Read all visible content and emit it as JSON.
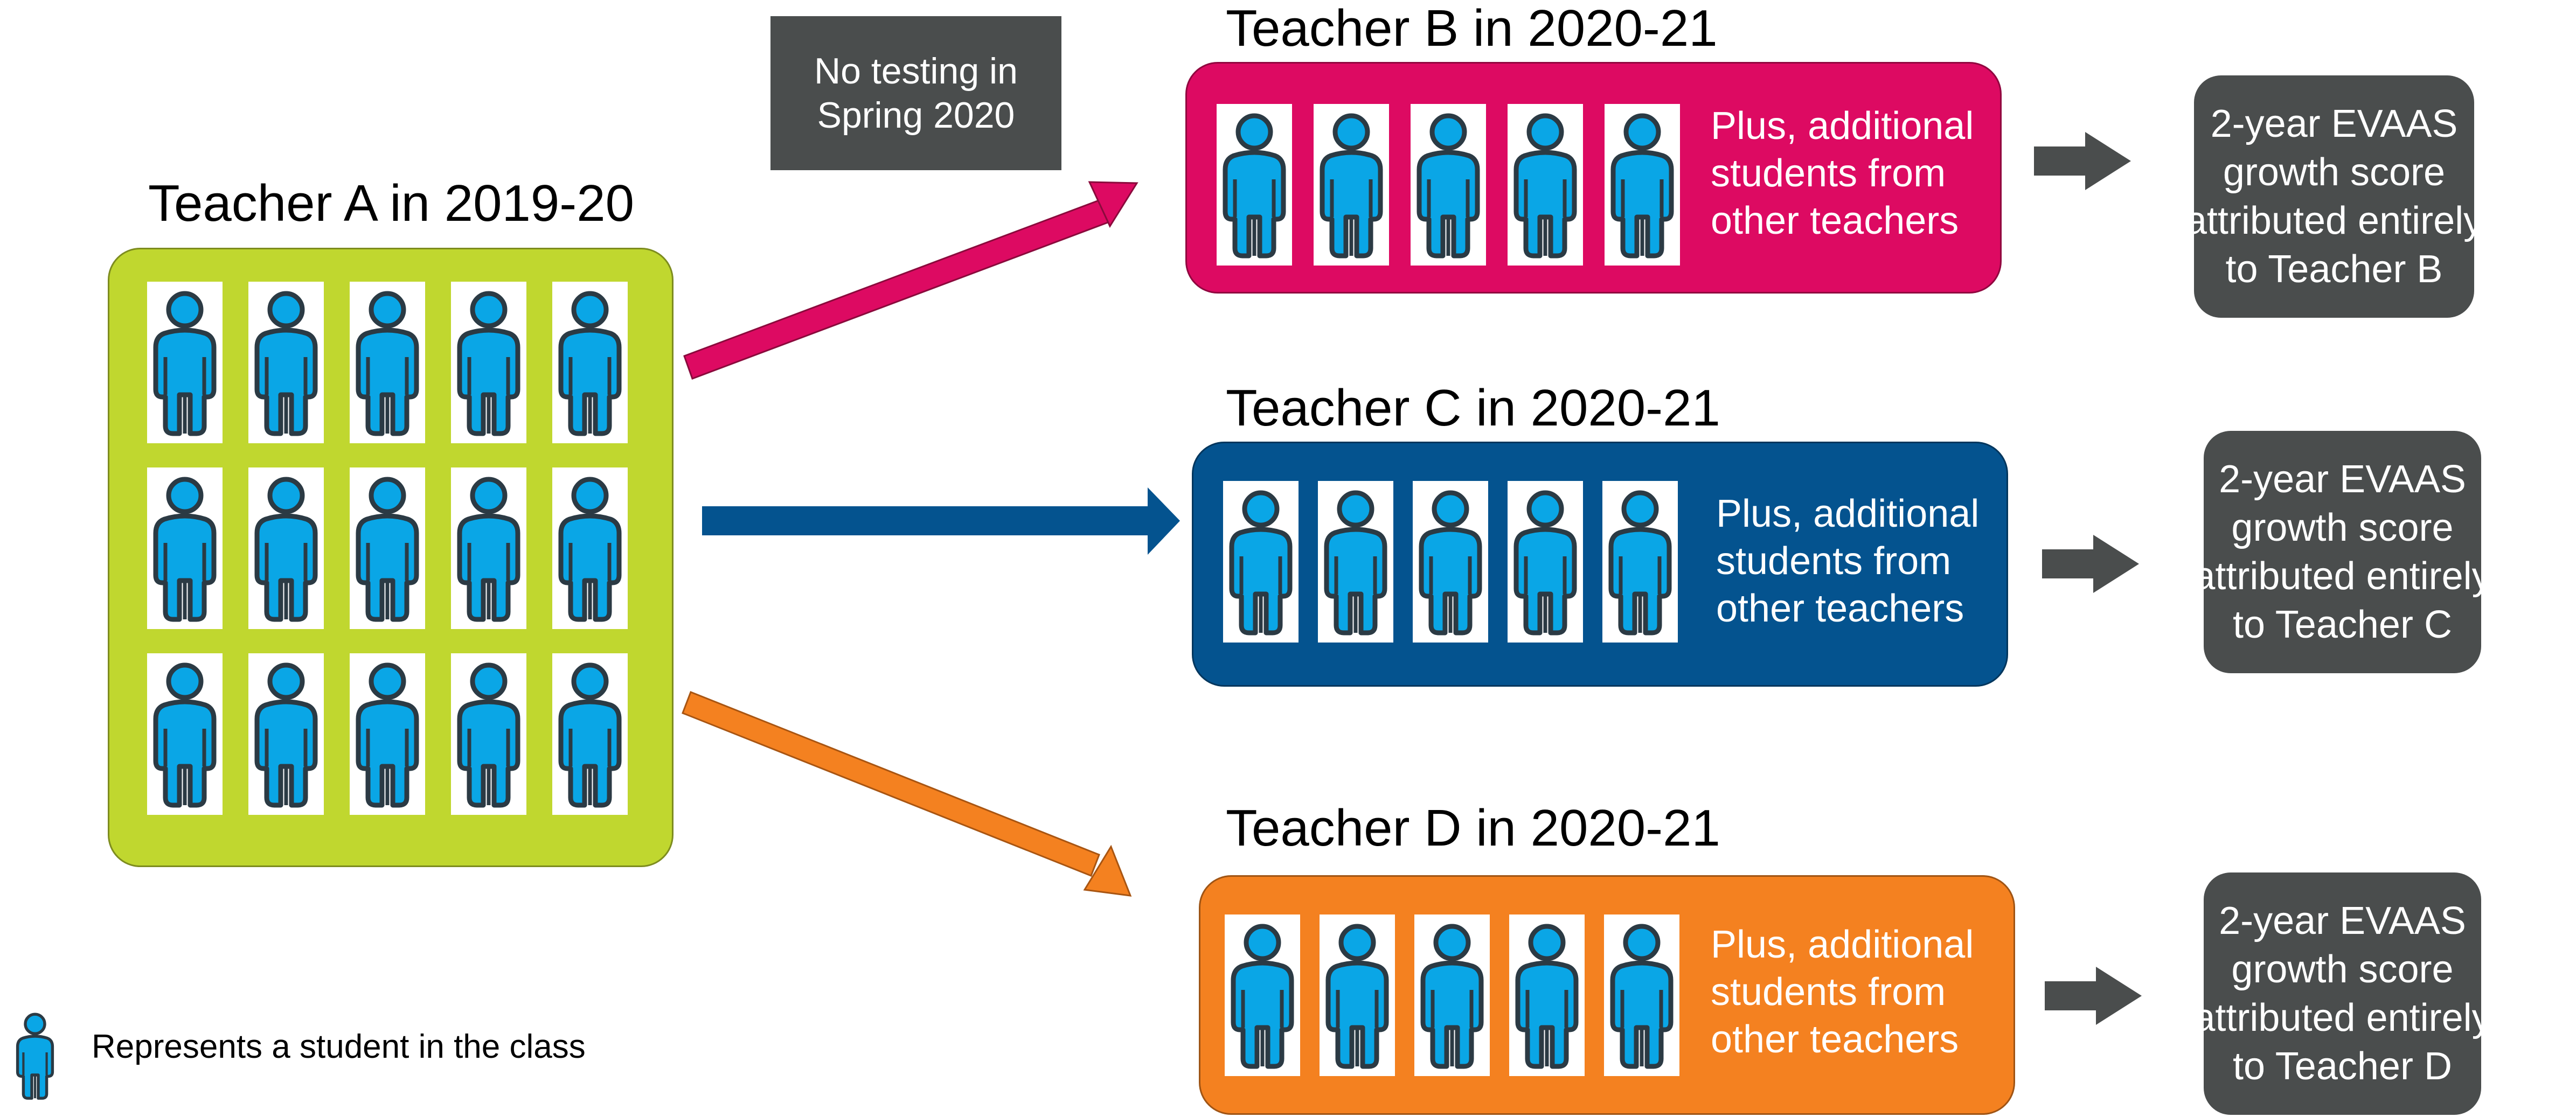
{
  "note_box": {
    "lines": [
      "No testing in",
      "Spring 2020"
    ]
  },
  "teacher_a": {
    "title": "Teacher A in 2019-20",
    "students": 15
  },
  "teacher_b": {
    "title": "Teacher B in 2020-21",
    "students": 5,
    "plus_lines": [
      "Plus, additional",
      "students from",
      "other teachers"
    ],
    "result_lines": [
      "2-year EVAAS",
      "growth score",
      "attributed entirely",
      "to Teacher B"
    ]
  },
  "teacher_c": {
    "title": "Teacher C in 2020-21",
    "students": 5,
    "plus_lines": [
      "Plus, additional",
      "students from",
      "other teachers"
    ],
    "result_lines": [
      "2-year EVAAS",
      "growth score",
      "attributed entirely",
      "to Teacher C"
    ]
  },
  "teacher_d": {
    "title": "Teacher D in 2020-21",
    "students": 5,
    "plus_lines": [
      "Plus, additional",
      "students from",
      "other teachers"
    ],
    "result_lines": [
      "2-year EVAAS",
      "growth score",
      "attributed entirely",
      "to Teacher D"
    ]
  },
  "legend": {
    "text": "Represents a student in the class",
    "icon": "student-icon"
  },
  "colors": {
    "teacher_a": "#c0d72f",
    "teacher_b": "#dd0a62",
    "teacher_c": "#04538f",
    "teacher_d": "#f48120",
    "student": "#0aa6e6",
    "student_outline": "#2b3a44",
    "result_box": "#4a4d4d"
  }
}
